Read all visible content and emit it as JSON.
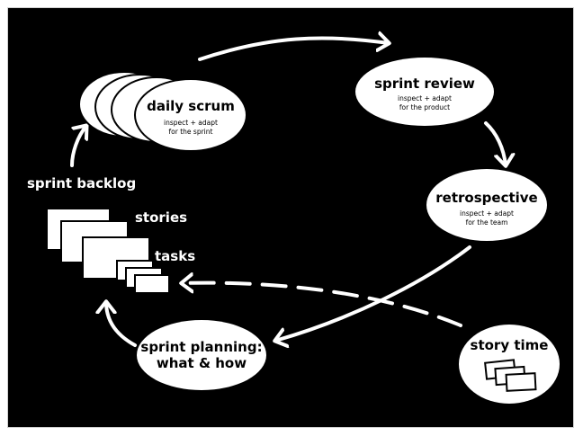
{
  "nodes": {
    "daily_scrum": {
      "title": "daily scrum",
      "line1": "inspect + adapt",
      "line2": "for the sprint"
    },
    "sprint_review": {
      "title": "sprint review",
      "line1": "inspect + adapt",
      "line2": "for the product"
    },
    "retrospective": {
      "title": "retrospective",
      "line1": "inspect + adapt",
      "line2": "for the team"
    },
    "sprint_planning": {
      "line1": "sprint planning:",
      "line2": "what & how"
    },
    "story_time": {
      "title": "story time"
    }
  },
  "backlog": {
    "title": "sprint backlog",
    "stories_label": "stories",
    "tasks_label": "tasks"
  },
  "colors": {
    "background": "#000000",
    "foreground": "#ffffff"
  }
}
